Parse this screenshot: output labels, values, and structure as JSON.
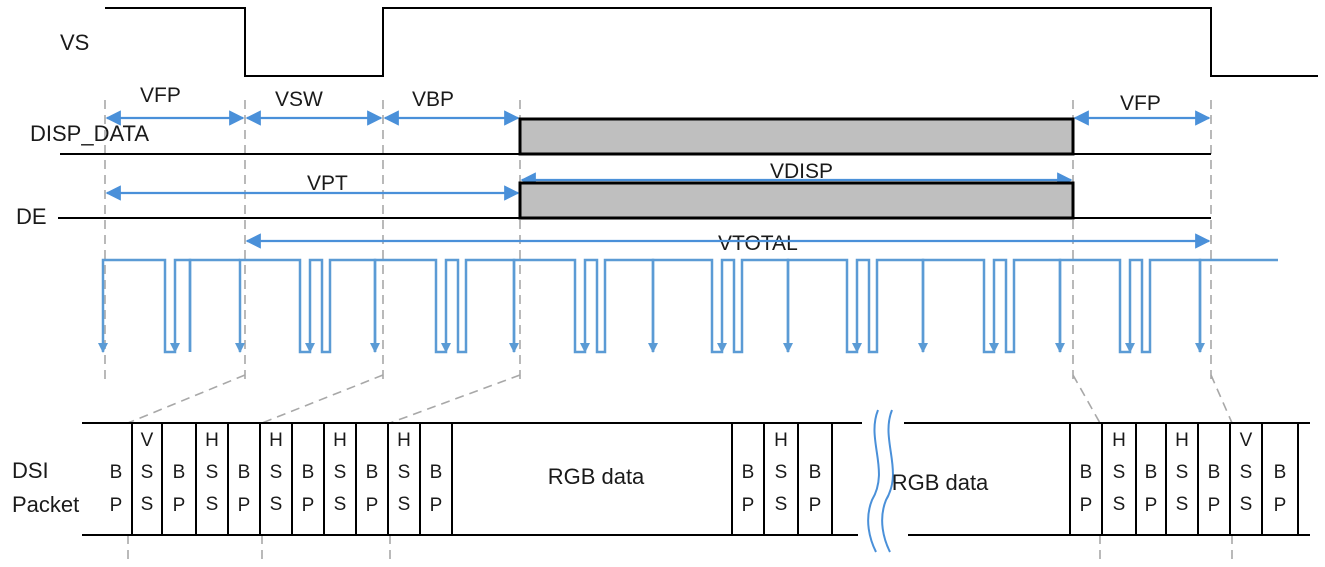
{
  "signals": {
    "vs": "VS",
    "disp_data": "DISP_DATA",
    "de": "DE",
    "dsi_line1": "DSI",
    "dsi_line2": "Packet"
  },
  "segments": {
    "vfp_left": "VFP",
    "vsw": "VSW",
    "vbp": "VBP",
    "vfp_right": "VFP",
    "vpt": "VPT",
    "vdisp": "VDISP",
    "vtotal": "VTOTAL"
  },
  "packets_left": [
    [
      "B",
      "P"
    ],
    [
      "V",
      "S",
      "S"
    ],
    [
      "B",
      "P"
    ],
    [
      "H",
      "S",
      "S"
    ],
    [
      "B",
      "P"
    ],
    [
      "H",
      "S",
      "S"
    ],
    [
      "B",
      "P"
    ],
    [
      "H",
      "S",
      "S"
    ],
    [
      "B",
      "P"
    ],
    [
      "H",
      "S",
      "S"
    ],
    [
      "B",
      "P"
    ]
  ],
  "rgb_left": "RGB data",
  "packets_mid": [
    [
      "B",
      "P"
    ],
    [
      "H",
      "S",
      "S"
    ],
    [
      "B",
      "P"
    ]
  ],
  "rgb_right": "RGB data",
  "packets_right": [
    [
      "B",
      "P"
    ],
    [
      "H",
      "S",
      "S"
    ],
    [
      "B",
      "P"
    ],
    [
      "H",
      "S",
      "S"
    ],
    [
      "B",
      "P"
    ],
    [
      "V",
      "S",
      "S"
    ],
    [
      "B",
      "P"
    ]
  ],
  "colors": {
    "arrow": "#4a90d9",
    "hsync": "#5b9bd5",
    "active_fill": "#bfbfbf"
  }
}
